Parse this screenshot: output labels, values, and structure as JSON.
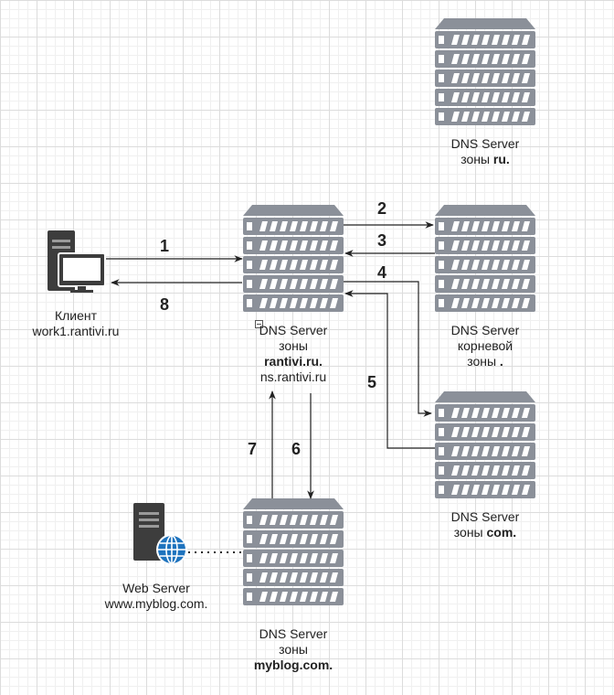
{
  "servers": {
    "ru": {
      "title": "DNS Server",
      "line2": "зоны",
      "zone": "ru."
    },
    "root": {
      "title": "DNS Server",
      "line2": "корневой",
      "line3": "зоны",
      "zone": "."
    },
    "com": {
      "title": "DNS Server",
      "line2": "зоны",
      "zone": "com."
    },
    "rantivi": {
      "title": "DNS Server",
      "line2": "зоны",
      "zone": "rantivi.ru.",
      "host": "ns.rantivi.ru"
    },
    "myblog": {
      "title": "DNS Server",
      "line2": "зоны",
      "zone": "myblog.com."
    }
  },
  "client": {
    "title": "Клиент",
    "host": "work1.rantivi.ru"
  },
  "web_server": {
    "title": "Web Server",
    "host": "www.myblog.com."
  },
  "steps": [
    "1",
    "2",
    "3",
    "4",
    "5",
    "6",
    "7",
    "8"
  ],
  "colors": {
    "server_fill": "#8b9099",
    "server_slot": "#ffffff",
    "line": "#222222",
    "globe": "#1e73be"
  }
}
